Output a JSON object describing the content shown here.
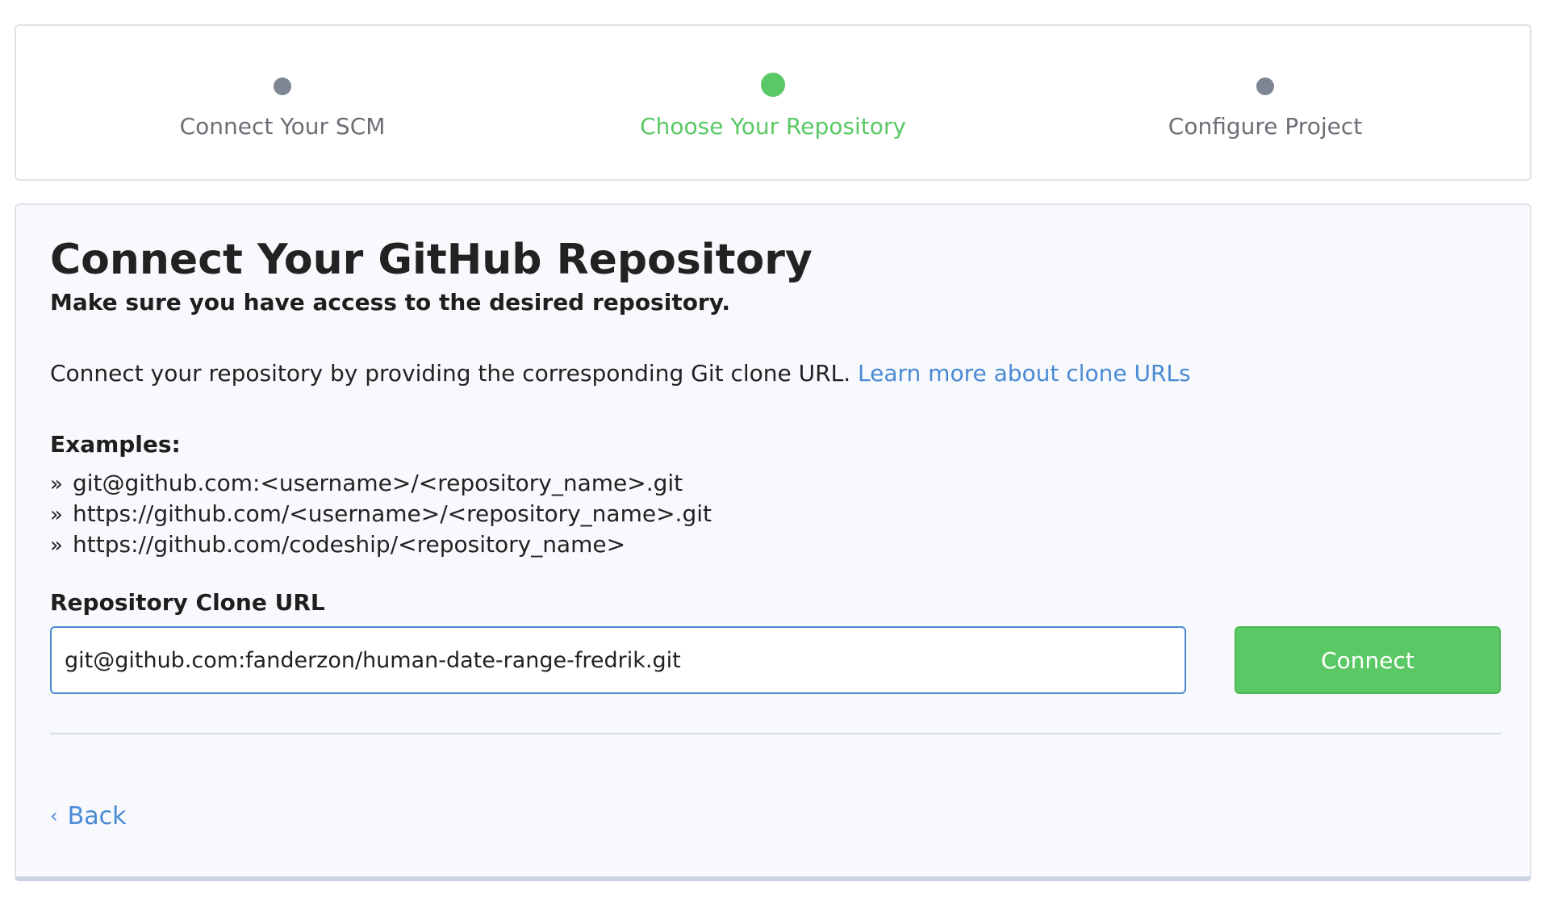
{
  "steps": [
    {
      "label": "Connect Your SCM",
      "state": "inactive"
    },
    {
      "label": "Choose Your Repository",
      "state": "active"
    },
    {
      "label": "Configure Project",
      "state": "inactive"
    }
  ],
  "main": {
    "title": "Connect Your GitHub Repository",
    "subtitle": "Make sure you have access to the desired repository.",
    "description": "Connect your repository by providing the corresponding Git clone URL.",
    "learn_more_link": "Learn more about clone URLs",
    "examples_heading": "Examples:",
    "examples": [
      "git@github.com:<username>/<repository_name>.git",
      "https://github.com/<username>/<repository_name>.git",
      "https://github.com/codeship/<repository_name>"
    ],
    "field_label": "Repository Clone URL",
    "field_value": "git@github.com:fanderzon/human-date-range-fredrik.git",
    "connect_label": "Connect",
    "back_label": "Back"
  },
  "colors": {
    "accent_green": "#5ac864",
    "link_blue": "#4a8ad4",
    "inactive_dot": "#7e8693"
  },
  "icons": {
    "bullet": "»",
    "back": "‹"
  }
}
